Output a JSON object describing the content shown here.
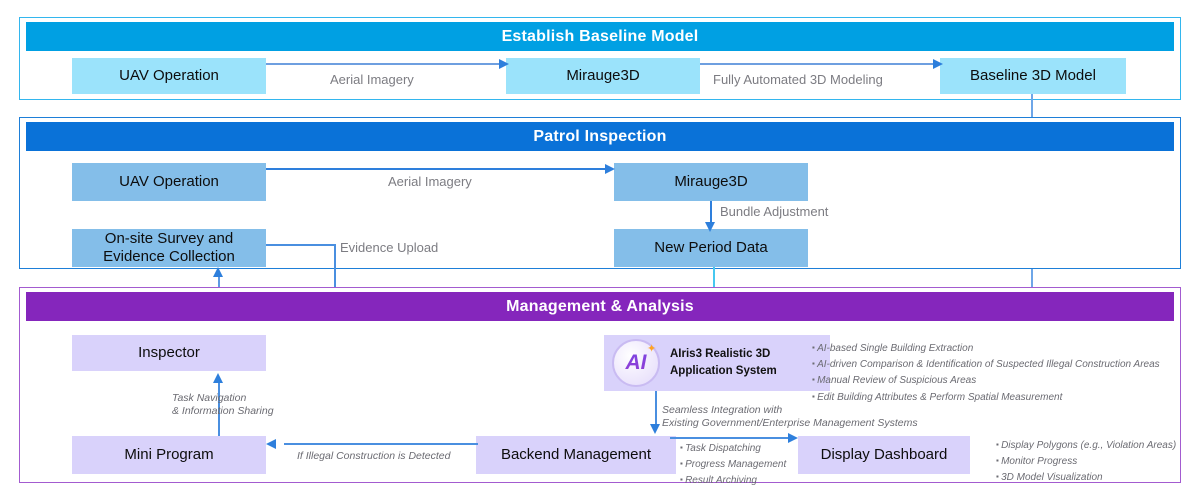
{
  "sections": [
    {
      "id": "establish-baseline-model",
      "title": "Establish Baseline Model",
      "accent": "#00A0E3",
      "nodes": [
        {
          "id": "uav-operation-1",
          "label": "UAV Operation"
        },
        {
          "id": "mirauge3d-1",
          "label": "Mirauge3D"
        },
        {
          "id": "baseline-3d-model",
          "label": "Baseline 3D Model"
        }
      ],
      "edges": [
        {
          "id": "aerial-imagery-1",
          "label": "Aerial Imagery"
        },
        {
          "id": "fully-automated-3d-modeling",
          "label": "Fully Automated 3D Modeling"
        }
      ]
    },
    {
      "id": "patrol-inspection",
      "title": "Patrol Inspection",
      "accent": "#0A72D8",
      "nodes": [
        {
          "id": "uav-operation-2",
          "label": "UAV Operation"
        },
        {
          "id": "mirauge3d-2",
          "label": "Mirauge3D"
        },
        {
          "id": "on-site-survey",
          "label": "On-site Survey and Evidence Collection"
        },
        {
          "id": "new-period-data",
          "label": "New Period Data"
        }
      ],
      "edges": [
        {
          "id": "aerial-imagery-2",
          "label": "Aerial Imagery"
        },
        {
          "id": "bundle-adjustment",
          "label": "Bundle Adjustment"
        },
        {
          "id": "evidence-upload",
          "label": "Evidence Upload"
        }
      ]
    },
    {
      "id": "management-analysis",
      "title": "Management & Analysis",
      "accent": "#8526BC",
      "nodes": [
        {
          "id": "inspector",
          "label": "Inspector"
        },
        {
          "id": "mini-program",
          "label": "Mini Program"
        },
        {
          "id": "backend-management",
          "label": "Backend Management"
        },
        {
          "id": "display-dashboard",
          "label": "Display Dashboard"
        }
      ],
      "edges": [
        {
          "id": "task-navigation",
          "line1": "Task Navigation",
          "line2": "& Information Sharing"
        },
        {
          "id": "illegal-construction",
          "label": "If Illegal Construction is Detected"
        },
        {
          "id": "seamless-integration",
          "line1": "Seamless Integration with",
          "line2": "Existing Government/Enterprise Management Systems"
        }
      ]
    }
  ],
  "ai_system": {
    "logo_text": "AI",
    "logo_icon": "sparkle-icon",
    "name_line1": "AIris3 Realistic 3D",
    "name_line2": "Application System",
    "capabilities": [
      "AI-based Single Building Extraction",
      "AI-driven Comparison & Identification of Suspected Illegal Construction Areas",
      "Manual Review of Suspicious Areas",
      "Edit Building Attributes & Perform Spatial Measurement"
    ]
  },
  "backend_tasks": [
    "Task Dispatching",
    "Progress Management",
    "Result Archiving"
  ],
  "dashboard_features": [
    "Display Polygons (e.g., Violation Areas)",
    "Monitor Progress",
    "3D Model Visualization"
  ],
  "colors": {
    "header_cyan": "#00A0E3",
    "header_blue": "#0A72D8",
    "header_purple": "#8526BC",
    "node_cyan": "#9BE3FB",
    "node_blue": "#84BEE9",
    "node_purple": "#D9D2FB",
    "arrow_blue": "#4A8FE0",
    "arrow_cyan": "#46C8F0"
  }
}
